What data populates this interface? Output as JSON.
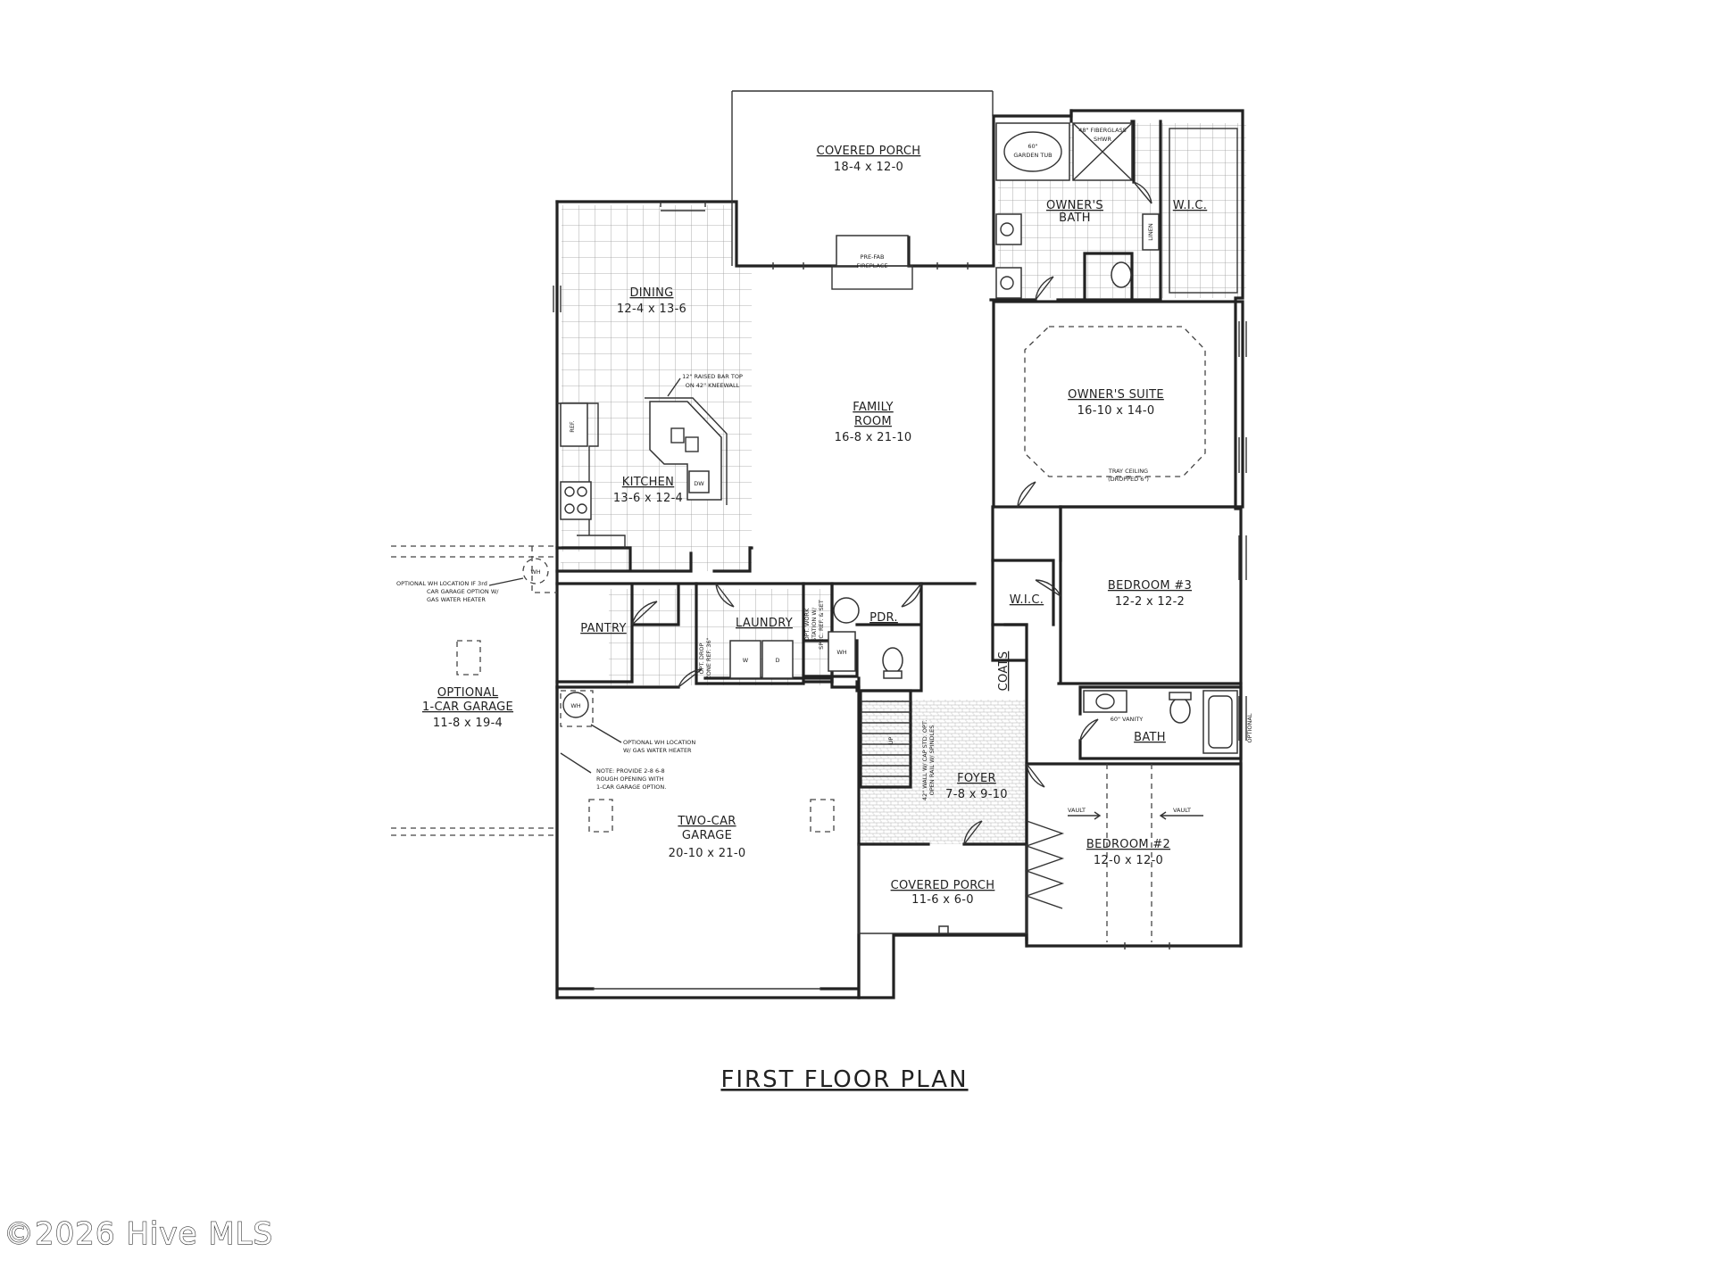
{
  "plan_title": "FIRST FLOOR PLAN",
  "watermark": "©2026 Hive MLS",
  "rooms": {
    "covered_porch_rear": {
      "name": "COVERED PORCH",
      "dim": "18-4 x 12-0"
    },
    "dining": {
      "name": "DINING",
      "dim": "12-4 x 13-6"
    },
    "family_room": {
      "name_line1": "FAMILY",
      "name_line2": "ROOM",
      "dim": "16-8 x 21-10"
    },
    "kitchen": {
      "name": "KITCHEN",
      "dim": "13-6 x 12-4"
    },
    "owners_bath": {
      "name_line1": "OWNER'S",
      "name_line2": "BATH"
    },
    "owners_wic": {
      "name": "W.I.C."
    },
    "owners_suite": {
      "name": "OWNER'S SUITE",
      "dim": "16-10 x 14-0"
    },
    "bedroom_3": {
      "name": "BEDROOM #3",
      "dim": "12-2 x 12-2"
    },
    "wic_bed3": {
      "name": "W.I.C."
    },
    "pantry": {
      "name": "PANTRY"
    },
    "laundry": {
      "name": "LAUNDRY"
    },
    "pdr": {
      "name": "PDR."
    },
    "coats": {
      "name": "COATS"
    },
    "bath": {
      "name": "BATH"
    },
    "foyer": {
      "name": "FOYER",
      "dim": "7-8 x 9-10"
    },
    "bedroom_2": {
      "name": "BEDROOM #2",
      "dim": "12-0 x 12-0"
    },
    "two_car_garage": {
      "name_line1": "TWO-CAR",
      "name_line2": "GARAGE",
      "dim": "20-10 x 21-0"
    },
    "covered_porch_front": {
      "name": "COVERED PORCH",
      "dim": "11-6 x 6-0"
    },
    "optional_garage": {
      "name_line1": "OPTIONAL",
      "name_line2": "1-CAR GARAGE",
      "dim": "11-8 x 19-4"
    }
  },
  "labels": {
    "garden_tub_1": "60\"",
    "garden_tub_2": "GARDEN TUB",
    "shower_1": "48\" FIBERGLASS",
    "shower_2": "SHWR",
    "linen": "LINEN",
    "fireplace_1": "PRE-FAB",
    "fireplace_2": "FIREPLACE",
    "bar_top_1": "12\" RAISED BAR TOP",
    "bar_top_2": "ON 42\" KNEEWALL",
    "ref": "REF.",
    "dw": "DW",
    "tray_1": "TRAY CEILING",
    "tray_2": "(DROPPED 6\")",
    "vanity": "60\" VANITY",
    "optional": "OPTIONAL",
    "vault_1": "VAULT",
    "vault_2": "VAULT",
    "wh_pdr": "WH",
    "wh_garage": "WH",
    "wh_optional": "WH",
    "washer": "W",
    "dryer": "D",
    "up": "UP",
    "work_station_1": "OPT. WORK",
    "work_station_2": "STATION W/",
    "work_station_3": "SPEC. REF. & SET",
    "drop_zone_1": "OPT. DROP",
    "drop_zone_2": "ZONE REF. 36\"",
    "half_wall_1": "42\" WALL W/ CAP STD. OPT.",
    "half_wall_2": "OPEN RAIL W/ SPINDLES",
    "note_wh_opt_1": "OPTIONAL WH LOCATION IF 3rd",
    "note_wh_opt_2": "CAR GARAGE OPTION W/",
    "note_wh_opt_3": "GAS WATER HEATER",
    "note_wh_gar_1": "OPTIONAL WH LOCATION",
    "note_wh_gar_2": "W/ GAS WATER HEATER",
    "note_opening_1": "NOTE: PROVIDE 2-8 6-8",
    "note_opening_2": "ROUGH OPENING WITH",
    "note_opening_3": "1-CAR GARAGE OPTION."
  }
}
